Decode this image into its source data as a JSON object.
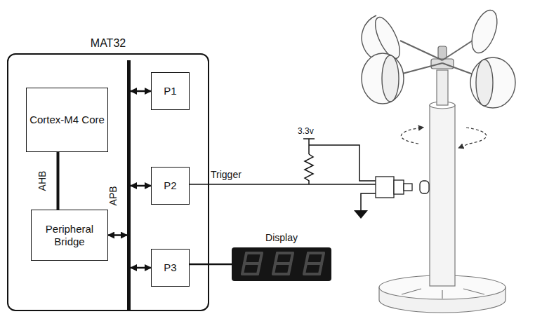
{
  "diagram": {
    "nodes": [
      {
        "text": [
          "MAT32"
        ]
      },
      {
        "text": [
          "Cortex-M4 Core"
        ],
        "in": 0
      },
      {
        "text": [
          "Peripheral Bridge"
        ],
        "in": 0
      },
      {
        "text": [
          "APB"
        ],
        "in": 0
      },
      {
        "text": [
          "P1"
        ],
        "in": 0
      },
      {
        "text": [
          "P2"
        ],
        "in": 0
      },
      {
        "text": [
          "P3"
        ],
        "in": 0
      },
      {
        "text": [
          "Display"
        ]
      }
    ],
    "edges": [
      {
        "from": 1,
        "to": 2,
        "label": "AHB",
        "arrow": "none"
      },
      {
        "from": 2,
        "to": 3,
        "arrow": "both"
      },
      {
        "from": 3,
        "to": 4,
        "arrow": "both"
      },
      {
        "from": 3,
        "to": 5,
        "arrow": "both"
      },
      {
        "from": 3,
        "to": 6,
        "arrow": "both"
      },
      {
        "from": 6,
        "to": 7,
        "arrow": "none"
      }
    ],
    "labels": [
      "Trigger",
      "3.3v"
    ]
  }
}
